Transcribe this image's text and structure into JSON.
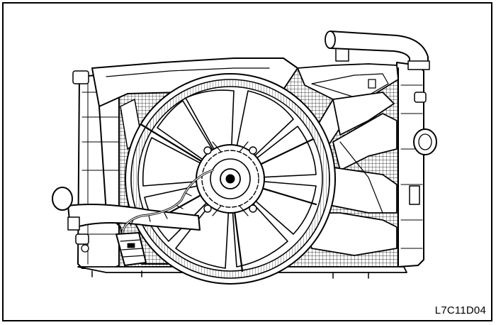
{
  "figure": {
    "code": "L7C11D04",
    "line_color": "#000000",
    "background": "#ffffff",
    "parts": [
      "radiator-core",
      "cooling-fan",
      "fan-shroud",
      "upper-radiator-hose",
      "lower-radiator-hose",
      "fan-motor",
      "wiring-harness",
      "electrical-connector"
    ]
  }
}
